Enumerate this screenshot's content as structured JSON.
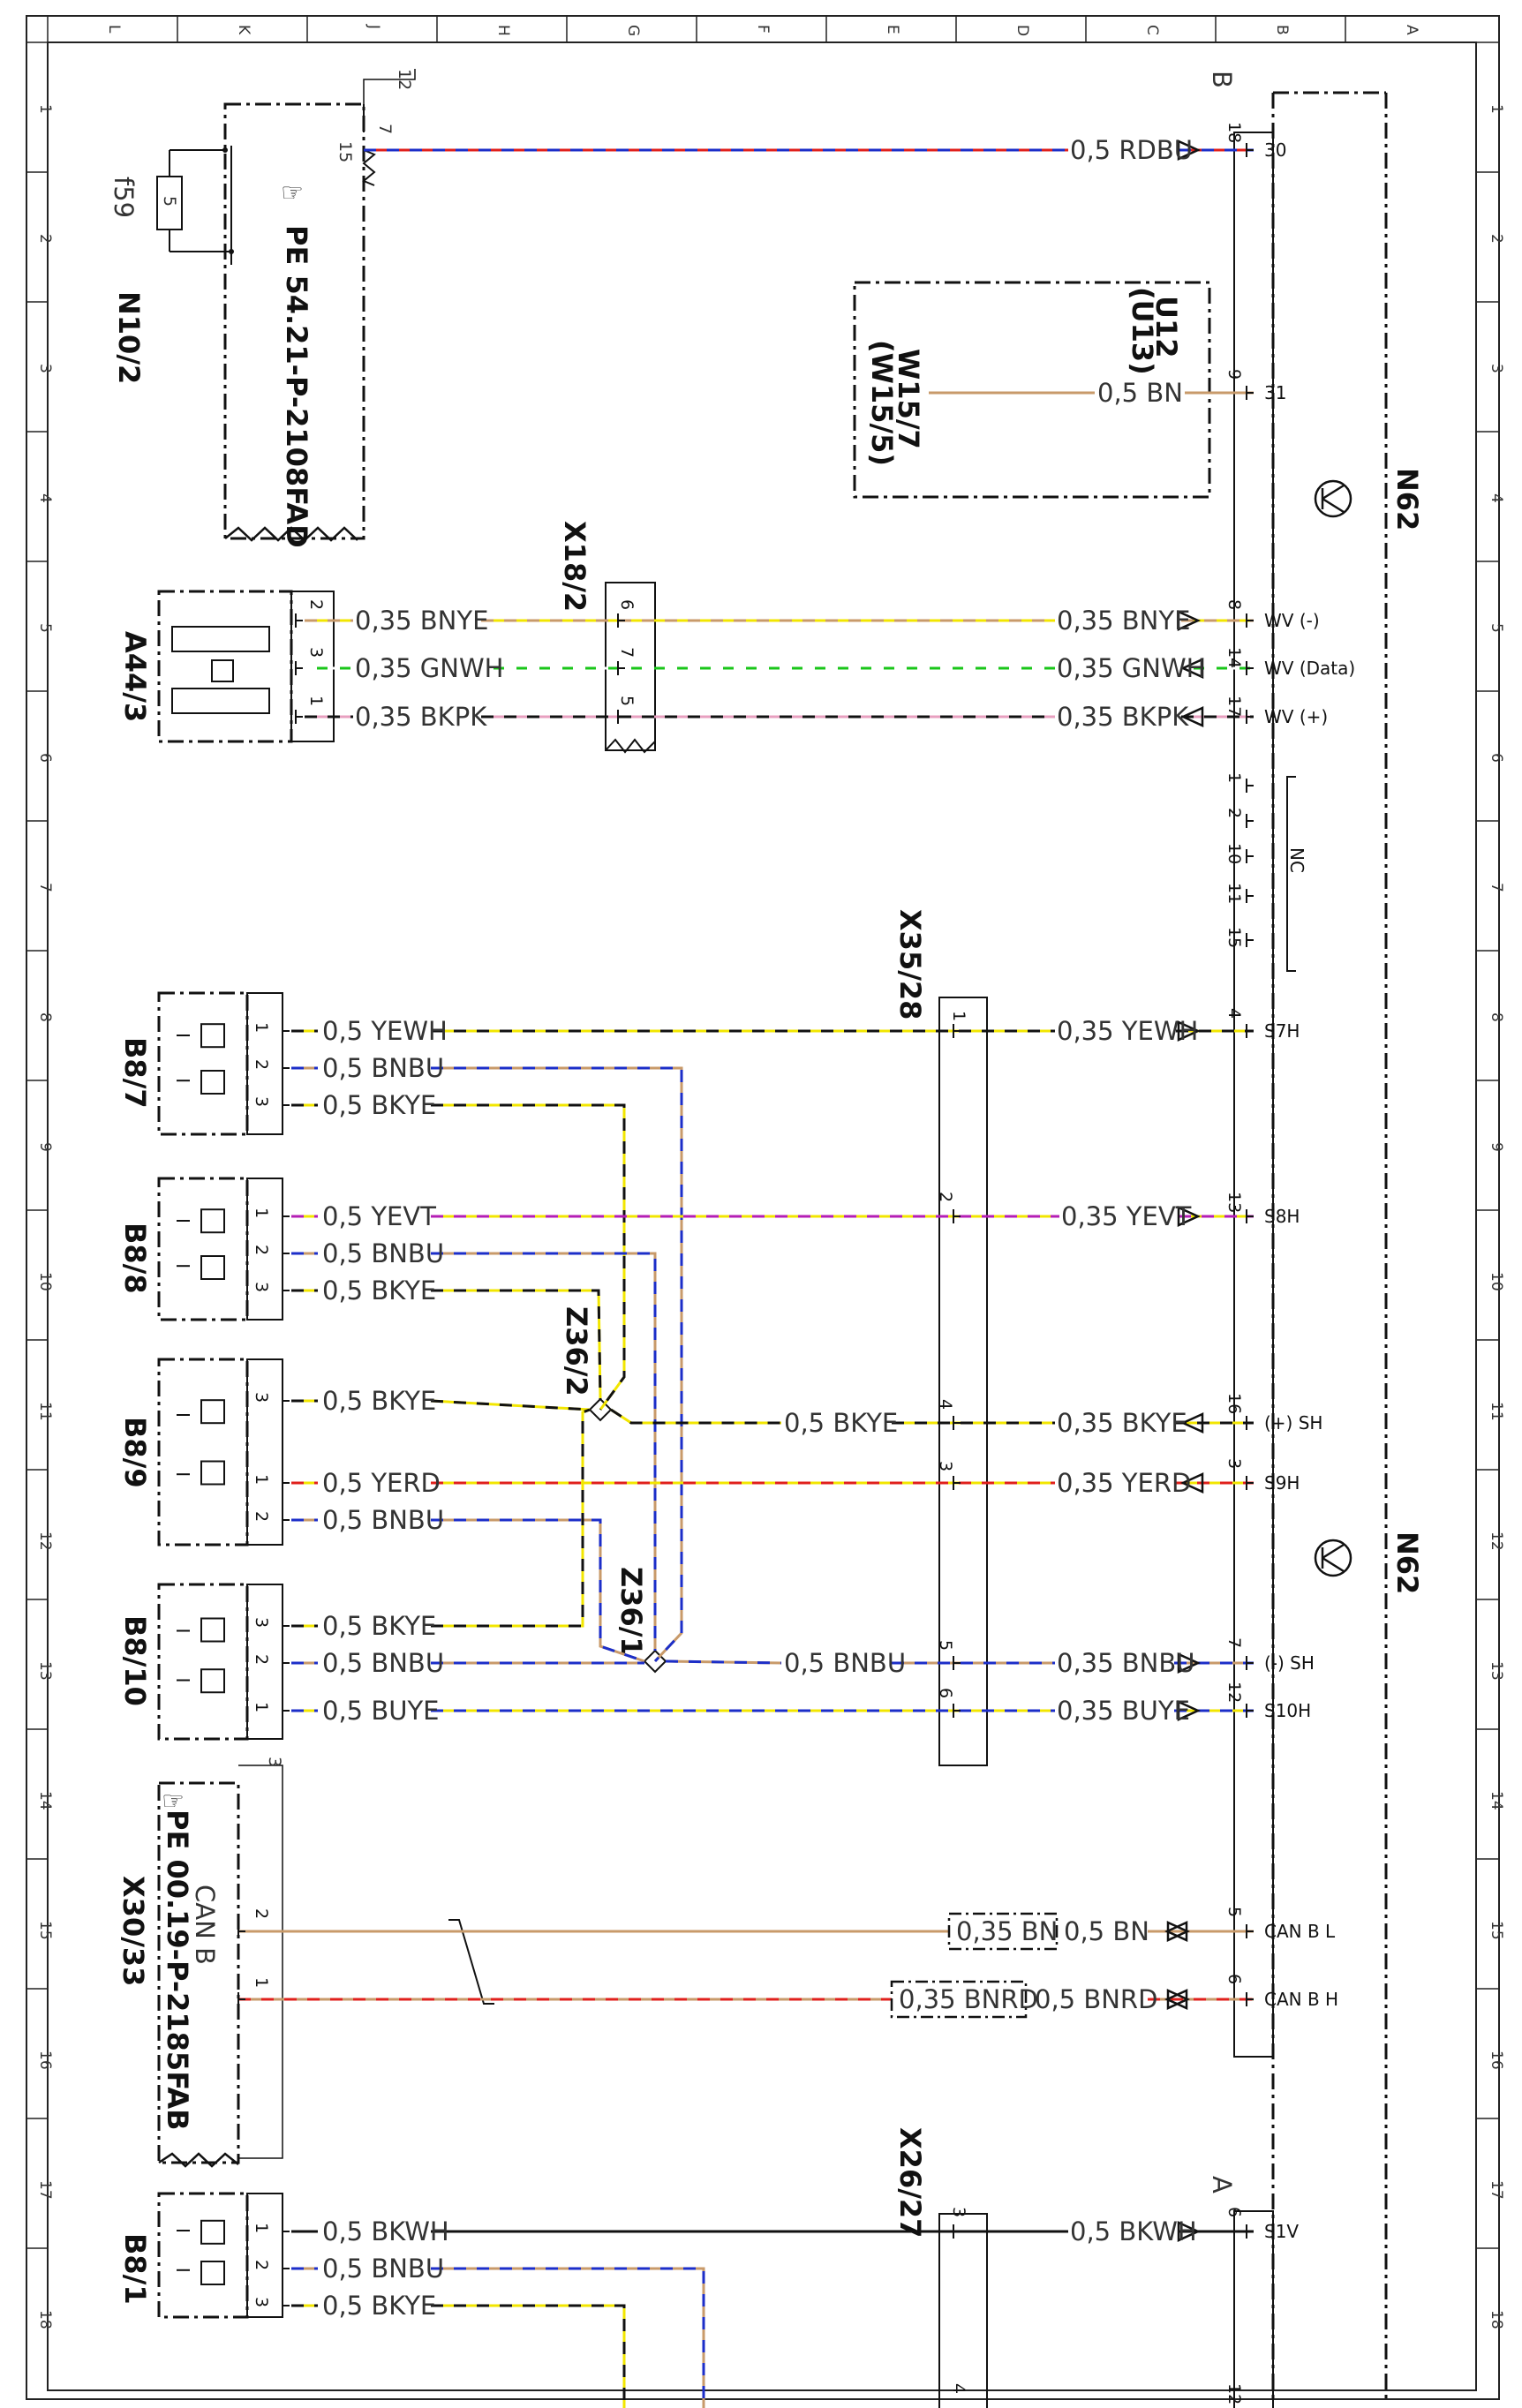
{
  "grid": {
    "cols": [
      "L",
      "K",
      "J",
      "H",
      "G",
      "F",
      "E",
      "D",
      "C",
      "B",
      "A"
    ],
    "rows": [
      "1",
      "2",
      "3",
      "4",
      "5",
      "6",
      "7",
      "8",
      "9",
      "10",
      "11",
      "12",
      "13",
      "14",
      "15",
      "16",
      "17",
      "18"
    ]
  },
  "components": {
    "n10_2": "N10/2",
    "f59": "f59",
    "fuse_rating": "5",
    "pe_54": "PE 54.21-P-2108FAD",
    "u12": "U12",
    "u13": "(U13)",
    "w15_7": "W15/7",
    "w15_5": "(W15/5)",
    "x18_2": "X18/2",
    "a44_3": "A44/3",
    "x35_28": "X35/28",
    "b8_7": "B8/7",
    "b8_8": "B8/8",
    "b8_9": "B8/9",
    "b8_10": "B8/10",
    "z36_2": "Z36/2",
    "z36_1": "Z36/1",
    "x30_33": "X30/33",
    "pe_00": "PE 00.19-P-2185FAB",
    "can_b": "CAN B",
    "n62_top": "N62",
    "n62_bot": "N62",
    "x26_27": "X26/27",
    "b8_1": "B8/1",
    "conn_b": "B",
    "conn_a": "A",
    "n10_pin_12": "12",
    "n10_pin_15": "15",
    "n10_pin_7": "7",
    "x30_pin_3": "3"
  },
  "wires": {
    "w30": "0,5 RDBU",
    "w31": "0,5 BN",
    "bnye_l": "0,35 BNYE",
    "gnwh_l": "0,35 GNWH",
    "bkpk_l": "0,35 BKPK",
    "bnye_r": "0,35 BNYE",
    "gnwh_r": "0,35 GNWH",
    "bkpk_r": "0,35 BKPK",
    "b87_yewh": "0,5 YEWH",
    "b87_bnbu": "0,5 BNBU",
    "b87_bkye": "0,5 BKYE",
    "b88_yevt": "0,5 YEVT",
    "b88_bnbu": "0,5 BNBU",
    "b88_bkye": "0,5 BKYE",
    "b89_bkye": "0,5 BKYE",
    "b89_yerd": "0,5 YERD",
    "b89_bnbu": "0,5 BNBU",
    "b810_bkye": "0,5 BKYE",
    "b810_bnbu": "0,5 BNBU",
    "b810_buye": "0,5 BUYE",
    "z_bkye": "0,5 BKYE",
    "z_bnbu": "0,5 BNBU",
    "r_yewh": "0,35 YEWH",
    "r_yevt": "0,35 YEVT",
    "r_bkye": "0,35 BKYE",
    "r_yerd": "0,35 YERD",
    "r_bnbu": "0,35 BNBU",
    "r_buye": "0,35 BUYE",
    "can_bn_box": "0,35 BN",
    "can_bn": "0,5 BN",
    "can_bnrd_box": "0,35 BNRD",
    "can_bnrd": "0,5 BNRD",
    "b81_bkwh": "0,5 BKWH",
    "b81_bnbu": "0,5 BNBU",
    "b81_bkye": "0,5 BKYE",
    "r_bkwh": "0,5 BKWH"
  },
  "signals": {
    "s30": "30",
    "s31": "31",
    "wv_minus": "WV (-)",
    "wv_data": "WV (Data)",
    "wv_plus": "WV (+)",
    "nc": "NC",
    "s7h": "S7H",
    "s8h": "S8H",
    "plus_sh": "(+) SH",
    "s9h": "S9H",
    "minus_sh": "(-) SH",
    "s10h": "S10H",
    "can_b_l": "CAN B L",
    "can_b_h": "CAN B H",
    "s1v": "S1V"
  },
  "pins": {
    "n62_18": "18",
    "n62_9": "9",
    "n62_8": "8",
    "n62_14": "14",
    "n62_17": "17",
    "n62_1": "1",
    "n62_2": "2",
    "n62_10": "10",
    "n62_11": "11",
    "n62_15": "15",
    "n62_4": "4",
    "n62_13": "13",
    "n62_16": "16",
    "n62_3": "3",
    "n62_7": "7",
    "n62_12": "12",
    "n62_5": "5",
    "n62_6": "6",
    "n62a_6": "6",
    "n62a_12": "12",
    "x18_6": "6",
    "x18_7": "7",
    "x18_5": "5",
    "a44_2": "2",
    "a44_3": "3",
    "a44_1": "1",
    "x35_1": "1",
    "x35_2": "2",
    "x35_4": "4",
    "x35_3": "3",
    "x35_5": "5",
    "x35_6": "6",
    "x26_3": "3",
    "x26_4": "4",
    "x30_2": "2",
    "x30_1": "1",
    "b87_1": "1",
    "b87_2": "2",
    "b87_3": "3",
    "b88_1": "1",
    "b88_2": "2",
    "b88_3": "3",
    "b89_3": "3",
    "b89_1": "1",
    "b89_2": "2",
    "b810_3": "3",
    "b810_2": "2",
    "b810_1": "1",
    "b81_1": "1",
    "b81_2": "2",
    "b81_3": "3"
  },
  "colors": {
    "rd": "#e0201c",
    "bu": "#1c2ec8",
    "bn": "#c89a6a",
    "ye": "#f2e600",
    "gn": "#19c619",
    "wh": "#ffffff",
    "pk": "#e8a0c0",
    "bk": "#111111",
    "vt": "#b41eb4"
  }
}
